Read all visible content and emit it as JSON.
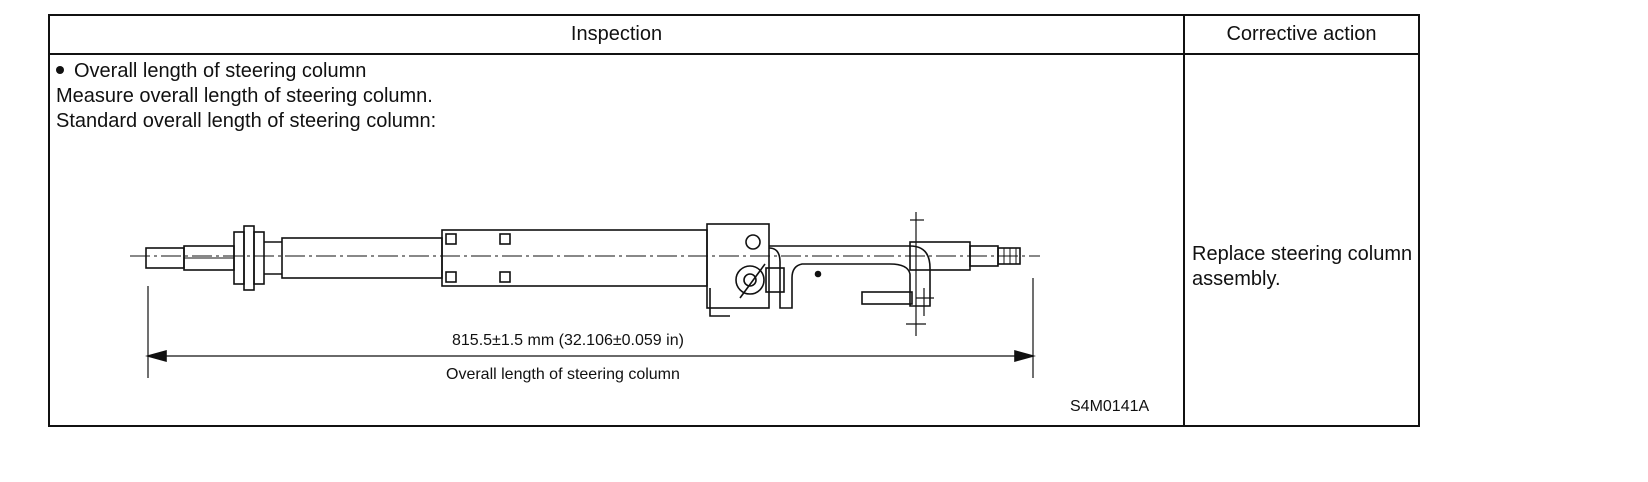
{
  "table": {
    "header_inspection": "Inspection",
    "header_corrective": "Corrective action"
  },
  "inspection": {
    "bullet_item": "Overall length of steering column",
    "line1": "Measure overall length of steering column.",
    "line2": "Standard overall length of steering column:"
  },
  "figure": {
    "dimension": "815.5±1.5 mm (32.106±0.059 in)",
    "dimension_label": "Overall length of steering column",
    "code": "S4M0141A"
  },
  "corrective": {
    "text": "Replace steering column assembly."
  }
}
